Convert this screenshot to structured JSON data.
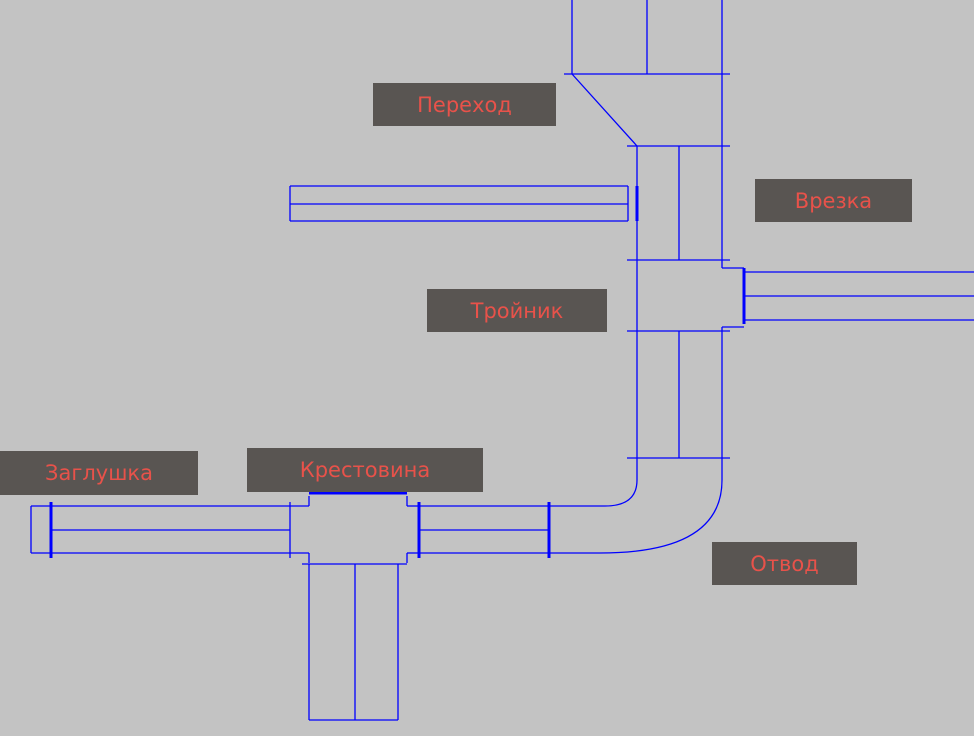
{
  "diagram": {
    "line_color": "#0000ff",
    "background_color": "#c3c3c3",
    "label_background": "#595552",
    "label_text_color": "#e8524a",
    "labels": {
      "perehod": "Переход",
      "vrezka": "Врезка",
      "troynik": "Тройник",
      "zaglushka": "Заглушка",
      "krestovina": "Крестовина",
      "otvod": "Отвод"
    }
  }
}
